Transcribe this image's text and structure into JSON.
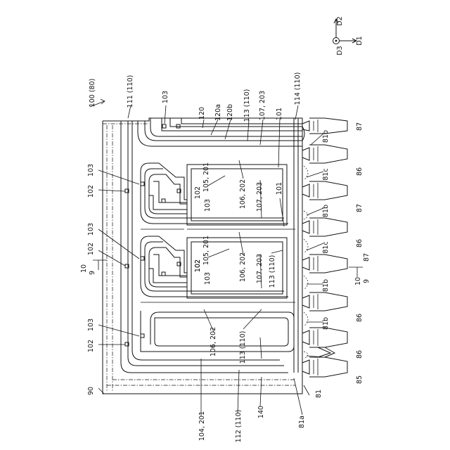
{
  "axes": {
    "d1": "D1",
    "d2": "D2",
    "d3": "D3"
  },
  "labels": {
    "l100": "100 (80)",
    "l111": "111 (110)",
    "l103a": "103",
    "l120": "120",
    "l120a": "120a",
    "l120b": "120b",
    "l113a": "113 (110)",
    "l107a": "107, 203",
    "l101a": "101",
    "l114": "114 (110)",
    "l87a": "87",
    "l81ba": "81b",
    "l86a": "86",
    "l81ca": "81c",
    "l87b": "87",
    "l81bb": "81b",
    "l81cb": "81c",
    "l86b": "86",
    "l87c": "87",
    "l9a": "9",
    "l10a": "10",
    "l81bc": "81b",
    "l86c": "86",
    "l81bd": "81b",
    "l86d": "86",
    "l85": "85",
    "l81": "81",
    "l81a": "81a",
    "l140": "140",
    "l112": "112 (110)",
    "l104": "104, 201",
    "l90": "90",
    "l102a": "102",
    "l103b": "103",
    "l102b": "102",
    "l103c": "103",
    "l102c": "102",
    "l103d": "103",
    "l102d": "102",
    "l10b": "10",
    "l9b": "9",
    "l105a": "105, 201",
    "l102e": "102",
    "l103e": "103",
    "l106a": "106, 202",
    "l107b": "107, 203",
    "l101b": "101",
    "l105b": "105, 201",
    "l102f": "102",
    "l103f": "103",
    "l106b": "106, 202",
    "l107c": "107, 203",
    "l113b": "113 (110)",
    "l106c": "106, 202",
    "l113c": "113 (110)"
  }
}
